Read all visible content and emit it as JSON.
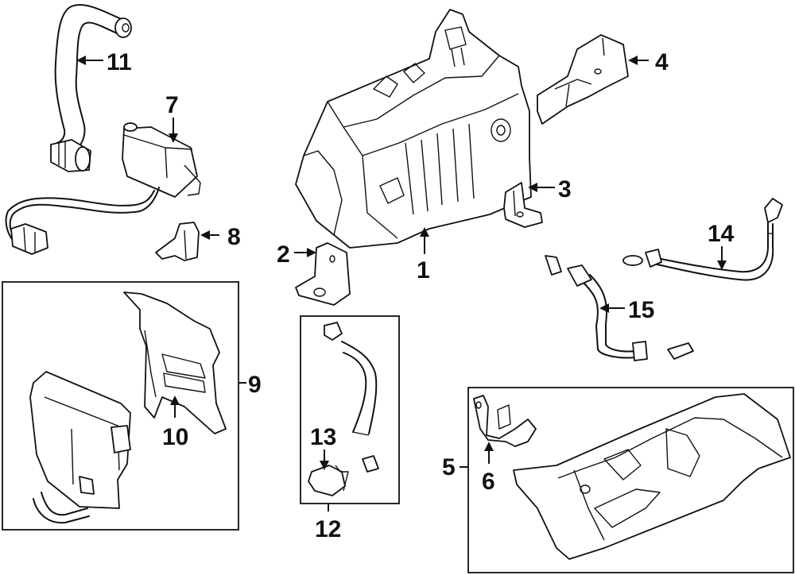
{
  "diagram": {
    "type": "exploded parts diagram",
    "callouts": [
      {
        "id": "1",
        "label": "1",
        "part": "inverter-assembly"
      },
      {
        "id": "2",
        "label": "2",
        "part": "mounting-bracket-front"
      },
      {
        "id": "3",
        "label": "3",
        "part": "mounting-bracket-side"
      },
      {
        "id": "4",
        "label": "4",
        "part": "mounting-bracket-rear"
      },
      {
        "id": "5",
        "label": "5",
        "part": "tray-assembly"
      },
      {
        "id": "6",
        "label": "6",
        "part": "tray-bracket"
      },
      {
        "id": "7",
        "label": "7",
        "part": "converter-module"
      },
      {
        "id": "8",
        "label": "8",
        "part": "converter-bracket"
      },
      {
        "id": "9",
        "label": "9",
        "part": "control-module-assembly"
      },
      {
        "id": "10",
        "label": "10",
        "part": "control-module-bracket"
      },
      {
        "id": "11",
        "label": "11",
        "part": "coolant-hose-upper"
      },
      {
        "id": "12",
        "label": "12",
        "part": "hose-kit"
      },
      {
        "id": "13",
        "label": "13",
        "part": "hose-connector"
      },
      {
        "id": "14",
        "label": "14",
        "part": "ground-cable"
      },
      {
        "id": "15",
        "label": "15",
        "part": "power-cable"
      }
    ]
  }
}
